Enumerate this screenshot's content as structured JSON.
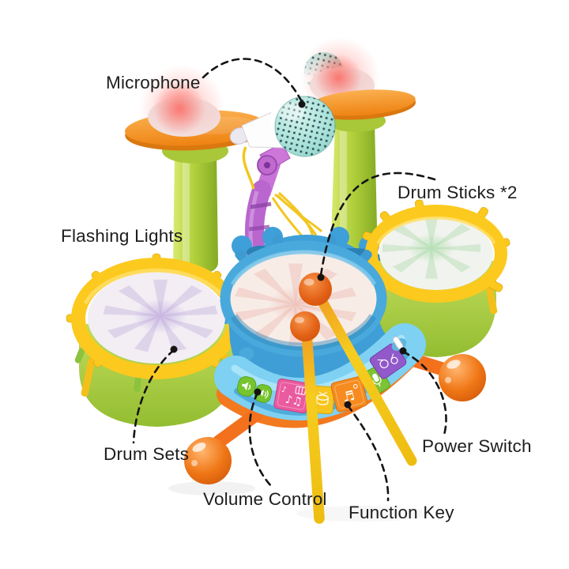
{
  "image": {
    "kind": "annotated product diagram",
    "subject": "Kids toy drum set with flashing lights and microphone"
  },
  "labels": {
    "microphone": "Microphone",
    "drum_sticks": "Drum Sticks *2",
    "flashing_lights": "Flashing Lights",
    "drum_sets": "Drum Sets",
    "volume_control": "Volume Control",
    "function_key": "Function Key",
    "power_switch": "Power Switch"
  },
  "icons": {
    "music_notes": "♪♫",
    "note_single": "♪",
    "treble_notes": "♬"
  },
  "palette": {
    "background": "#ffffff",
    "cymbal_orange": "#f5921e",
    "stand_green": "#a9c938",
    "body_blue": "#3f9fd8",
    "panel_blue": "#7ed1f2",
    "drum_rim_yellow": "#fbc81e",
    "drum_body_green": "#a5cc4a",
    "drum_head_white": "#f6f1f2",
    "glow_red": "#ff5a52",
    "glow_purple": "#b094d7",
    "glow_green": "#8cd28c",
    "mic_teal": "#a9e2da",
    "mic_stand_purple": "#c06ad0",
    "cord_yellow": "#f2c61f",
    "stick_yellow": "#f6c91f",
    "stick_ball_orange": "#e8641d",
    "feet_orange": "#f3701d",
    "key_pink": "#ea5a9f",
    "key_yellow": "#f7c51d",
    "key_orange": "#f68b1f",
    "key_green": "#7cc335",
    "key_purple": "#9159c9",
    "connector_black": "#141414",
    "label_text": "#1d1d1d"
  }
}
